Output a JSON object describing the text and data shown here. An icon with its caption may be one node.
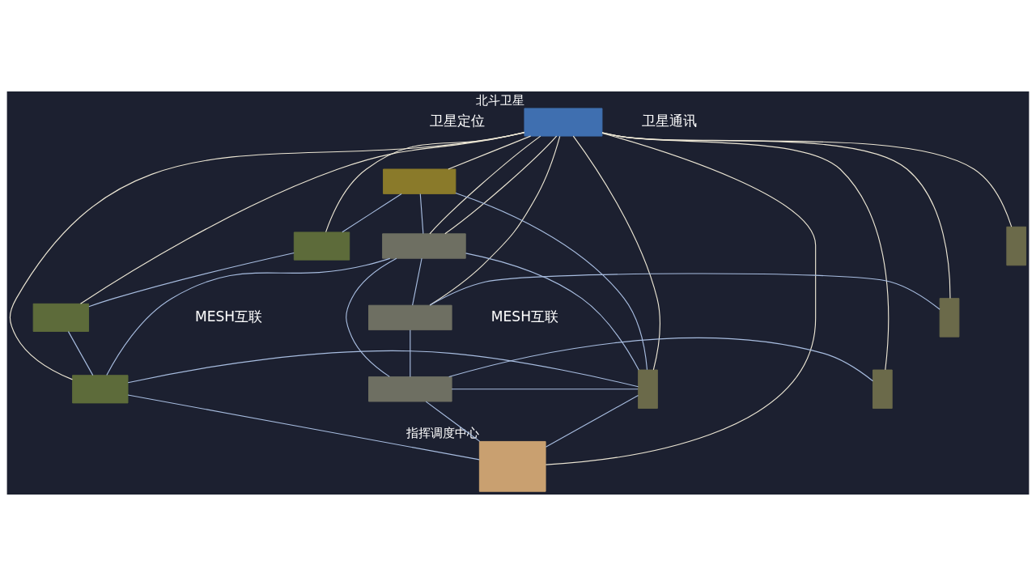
{
  "diagram": {
    "nodes": [
      {
        "text": [],
        "shape": "box",
        "beside": [
          "北斗卫星"
        ]
      },
      {
        "text": [],
        "shape": "box"
      },
      {
        "text": [],
        "shape": "box"
      },
      {
        "text": [],
        "shape": "box"
      },
      {
        "text": [],
        "shape": "box"
      },
      {
        "text": [],
        "shape": "box"
      },
      {
        "text": [],
        "shape": "box"
      },
      {
        "text": [],
        "shape": "box"
      },
      {
        "text": [],
        "shape": "box"
      },
      {
        "text": [],
        "shape": "box"
      },
      {
        "text": [],
        "shape": "box"
      },
      {
        "text": [],
        "shape": "box"
      },
      {
        "text": [],
        "shape": "box",
        "beside": [
          "指挥调度中心"
        ]
      }
    ],
    "edges": [
      {
        "from": 0,
        "to": 3,
        "arrow": "none",
        "color": "#ece6d4"
      },
      {
        "from": 0,
        "to": 2,
        "arrow": "none",
        "color": "#ece6d4"
      },
      {
        "from": 0,
        "to": 4,
        "arrow": "none",
        "color": "#ece6d4"
      },
      {
        "from": 0,
        "to": 1,
        "arrow": "none",
        "color": "#ece6d4"
      },
      {
        "from": 0,
        "to": 9,
        "arrow": "none",
        "color": "#ece6d4"
      },
      {
        "from": 0,
        "to": 12,
        "arrow": "none",
        "color": "#ece6d4"
      },
      {
        "from": 0,
        "to": 5,
        "arrow": "none",
        "color": "#ece6d4"
      },
      {
        "from": 0,
        "to": 5,
        "arrow": "none",
        "color": "#ece6d4"
      },
      {
        "from": 0,
        "to": 6,
        "arrow": "none",
        "color": "#ece6d4"
      },
      {
        "from": 0,
        "to": 11,
        "arrow": "none",
        "color": "#ece6d4"
      },
      {
        "from": 0,
        "to": 7,
        "arrow": "none",
        "color": "#ece6d4"
      },
      {
        "from": 0,
        "to": 8,
        "arrow": "none",
        "color": "#ece6d4"
      },
      {
        "from": 1,
        "to": 2,
        "arrow": "none"
      },
      {
        "from": 1,
        "to": 9,
        "arrow": "none"
      },
      {
        "from": 1,
        "to": 5,
        "arrow": "none"
      },
      {
        "from": 3,
        "to": 2,
        "arrow": "none"
      },
      {
        "from": 3,
        "to": 4,
        "arrow": "none"
      },
      {
        "from": 4,
        "to": 5,
        "arrow": "none"
      },
      {
        "from": 4,
        "to": 9,
        "arrow": "none"
      },
      {
        "from": 4,
        "to": 12,
        "arrow": "none"
      },
      {
        "from": 5,
        "to": 9,
        "arrow": "none"
      },
      {
        "from": 5,
        "to": 10,
        "arrow": "none"
      },
      {
        "from": 5,
        "to": 7,
        "arrow": "none"
      },
      {
        "from": 9,
        "to": 10,
        "arrow": "none"
      },
      {
        "from": 9,
        "to": 12,
        "arrow": "none"
      },
      {
        "from": 10,
        "to": 7,
        "arrow": "none"
      },
      {
        "from": 10,
        "to": 11,
        "arrow": "none"
      },
      {
        "from": 10,
        "to": 12,
        "arrow": "none"
      },
      {
        "from": 7,
        "to": 8,
        "arrow": "none"
      }
    ],
    "labels": [
      "卫星定位",
      "卫星通讯",
      "MESH互联",
      "MESH互联"
    ]
  }
}
